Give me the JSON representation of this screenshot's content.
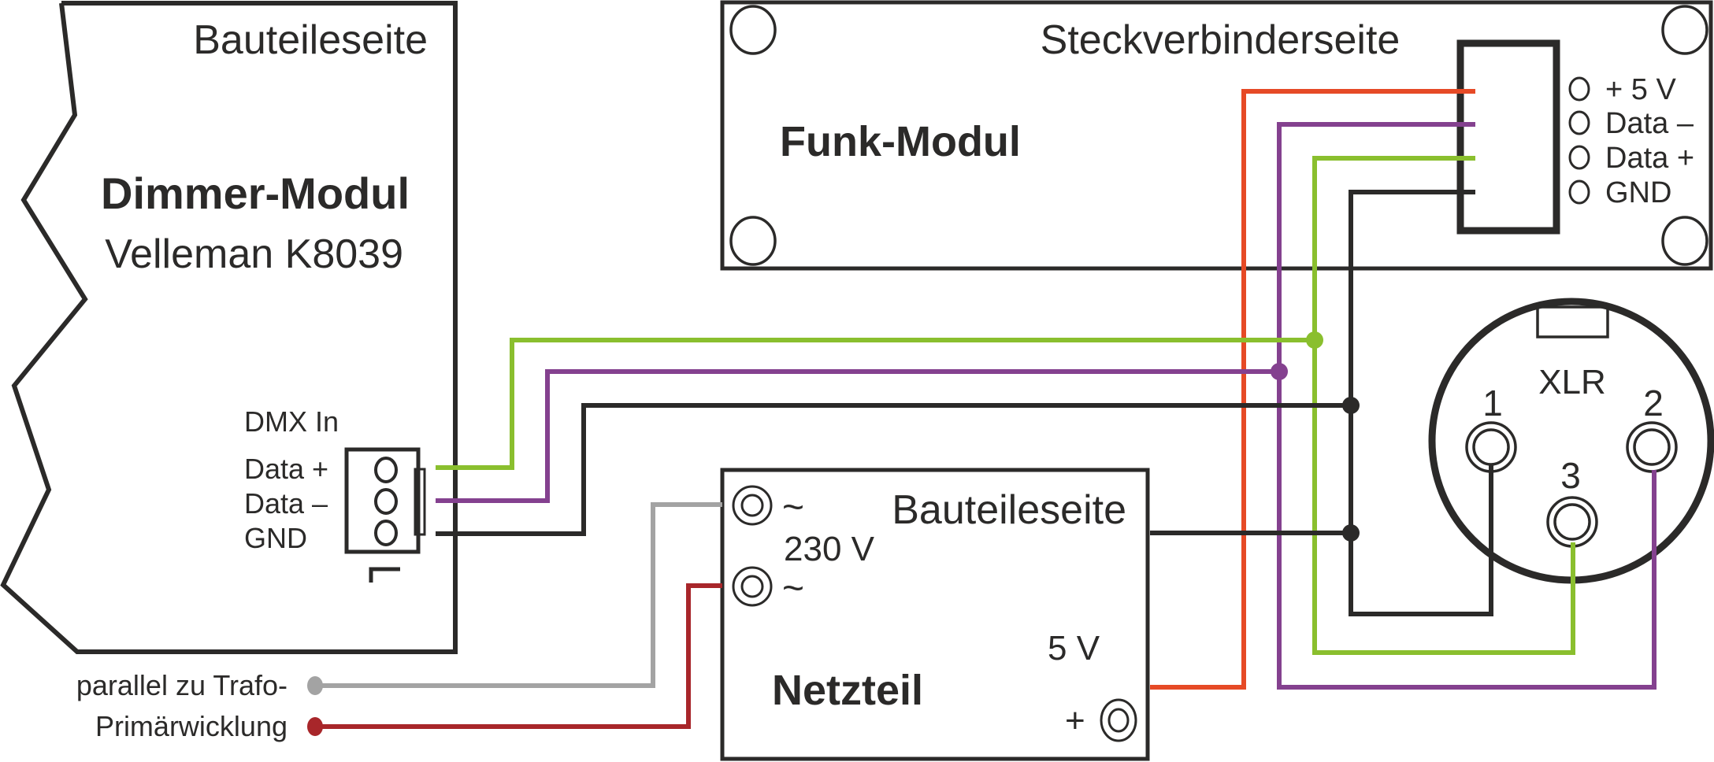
{
  "colors": {
    "outline": "#2b2a29",
    "wire_5v": "#e64a26",
    "wire_data_minus": "#84418f",
    "wire_data_plus": "#8abf2e",
    "wire_gnd": "#2b2a29",
    "wire_mains_1": "#a3a3a3",
    "wire_mains_2": "#a8262a"
  },
  "dimmer_module": {
    "side_label": "Bauteileseite",
    "title": "Dimmer-Modul",
    "subtitle": "Velleman K8039",
    "connector_title": "DMX In",
    "pins": [
      "Data +",
      "Data –",
      "GND"
    ]
  },
  "radio_module": {
    "side_label": "Steckverbinderseite",
    "title": "Funk-Modul",
    "pins": [
      "+ 5 V",
      "Data –",
      "Data +",
      "GND"
    ]
  },
  "power_supply": {
    "side_label": "Bauteileseite",
    "title": "Netzteil",
    "ac_symbol": "~",
    "input_voltage": "230 V",
    "output_voltage": "5 V",
    "plus_symbol": "+"
  },
  "xlr": {
    "label": "XLR",
    "pins": [
      "1",
      "2",
      "3"
    ]
  },
  "mains_note": {
    "line1": "parallel zu Trafo-",
    "line2": "Primärwicklung"
  }
}
